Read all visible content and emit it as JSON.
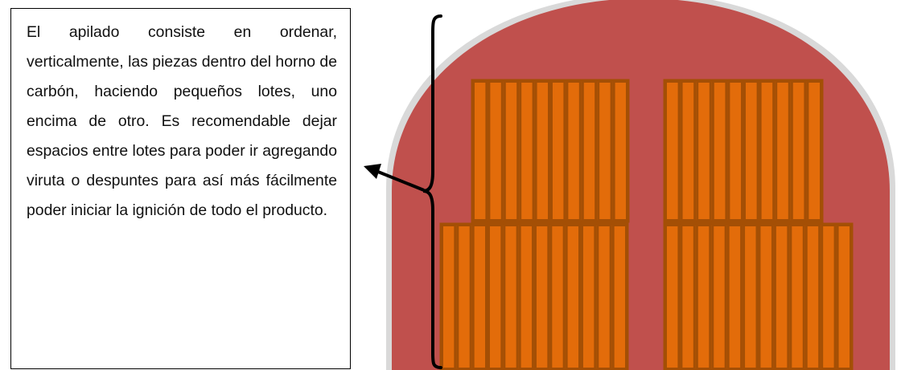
{
  "description": {
    "text": "El apilado consiste en ordenar, verticalmente, las piezas dentro del horno de carbón, haciendo pequeños lotes, uno encima de otro. Es recomendable dejar espacios entre lotes para poder ir agregando viruta o despuntes para así más fácilmente poder iniciar la ignición de todo el producto."
  },
  "colors": {
    "kiln_fill": "#c0504d",
    "kiln_outline": "#d9d9d9",
    "log_fill": "#e36c0a",
    "log_stroke": "#a44f05",
    "brace": "#000000",
    "arrow": "#000000"
  },
  "diagram": {
    "kiln": "charcoal-kiln-cross-section",
    "stacks": [
      {
        "name": "left-stack",
        "lower_lot_logs": 12,
        "upper_lot_logs": 10
      },
      {
        "name": "right-stack",
        "lower_lot_logs": 12,
        "upper_lot_logs": 10
      }
    ]
  }
}
